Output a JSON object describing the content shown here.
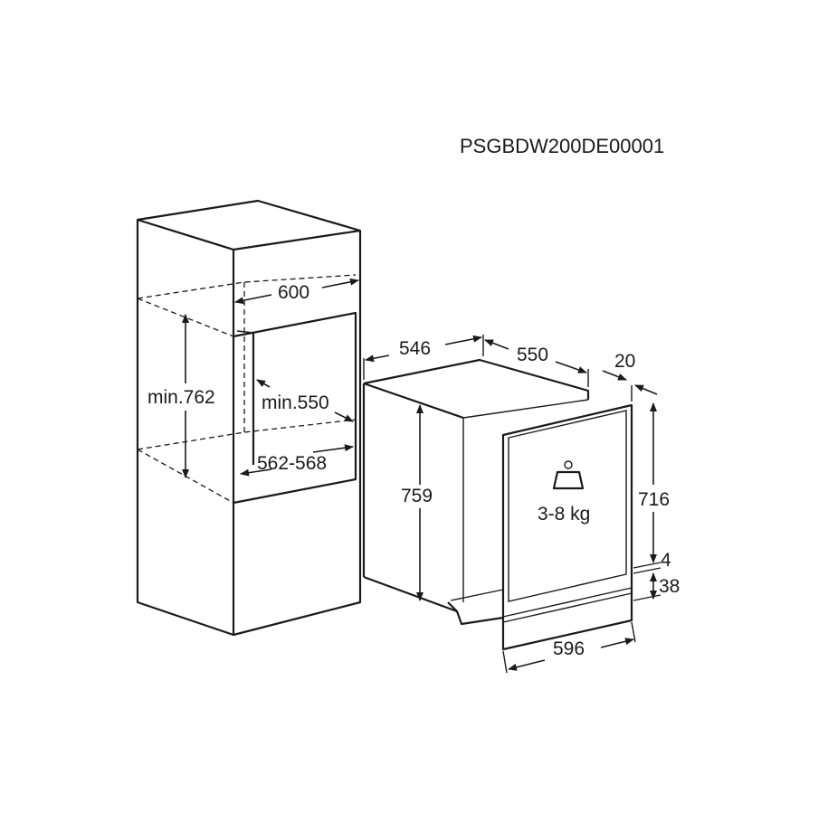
{
  "document_code": "PSGBDW200DE00001",
  "cabinet": {
    "width_label": "600",
    "niche_height_label": "min.762",
    "niche_depth_label": "min.550",
    "niche_width_label": "562-568"
  },
  "appliance": {
    "depth_label": "546",
    "depth_with_door_label": "550",
    "door_thickness_label": "20",
    "height_label": "759",
    "door_height_label": "716",
    "gap_label": "4",
    "plinth_label": "38",
    "door_width_label": "596",
    "weight_label": "3-8 kg",
    "weight_icon": "weight-icon"
  },
  "colors": {
    "line": "#1a1a1a",
    "background": "#ffffff"
  }
}
